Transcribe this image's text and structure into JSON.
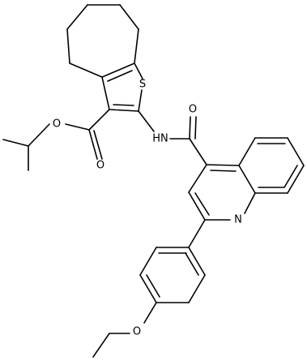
{
  "atom_labels": {
    "sulfur": "S",
    "ester_carbonyl_oxygen": "O",
    "ester_ether_oxygen": "O",
    "amide_nh": "HN",
    "amide_oxygen": "O",
    "quinoline_nitrogen": "N",
    "ethoxy_oxygen": "O"
  },
  "colors": {
    "bond": "#000000",
    "background": "#ffffff",
    "text": "#000000"
  }
}
